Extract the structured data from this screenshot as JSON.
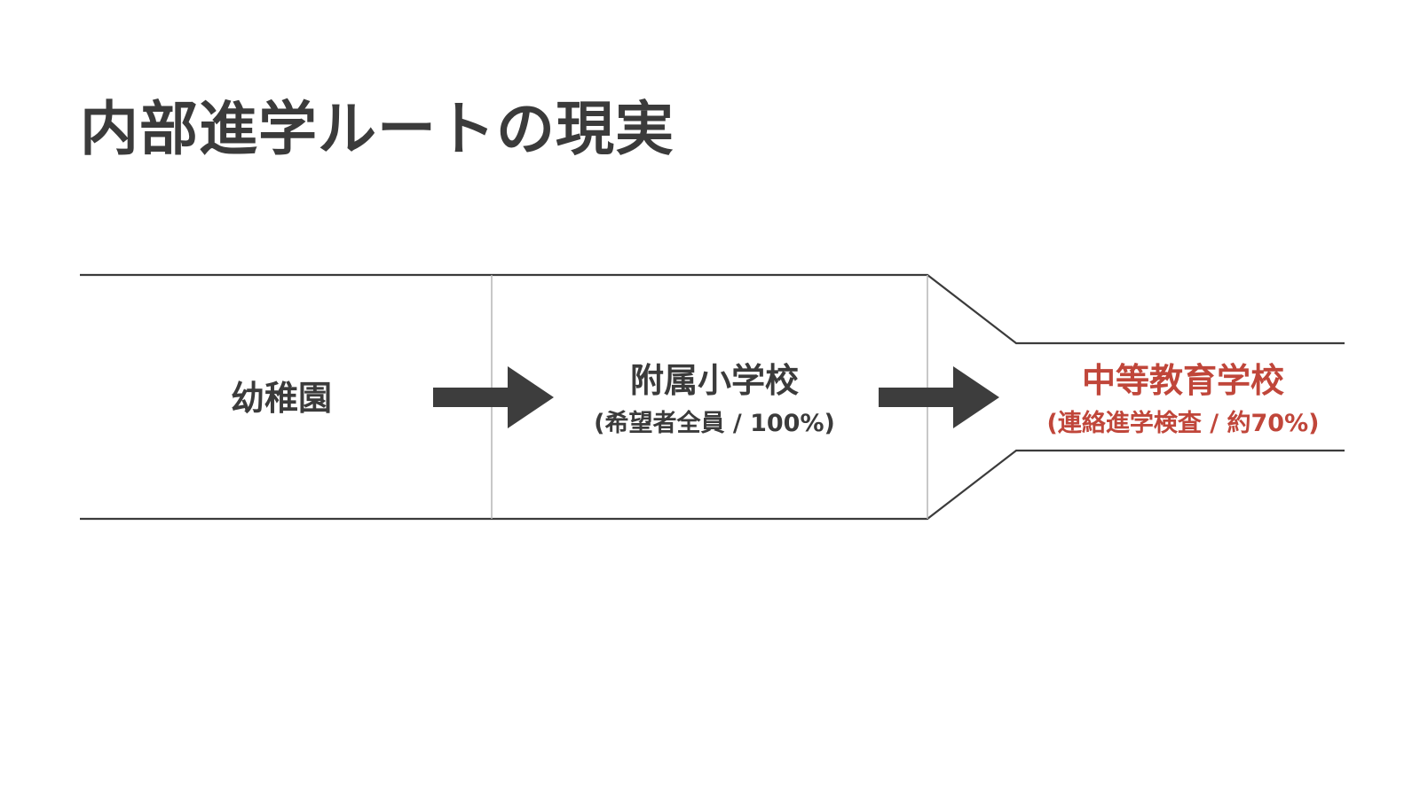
{
  "title": "内部進学ルートの現実",
  "colors": {
    "text": "#3b3b3b",
    "accent": "#c0463a",
    "line": "#3b3b3b",
    "divider": "#b5b5b5",
    "arrow": "#3d3d3d"
  },
  "stages": [
    {
      "name": "幼稚園",
      "detail": ""
    },
    {
      "name": "附属小学校",
      "detail": "(希望者全員 / 100%)"
    },
    {
      "name": "中等教育学校",
      "detail": "(連絡進学検査 / 約70%)",
      "highlight": true
    }
  ],
  "arrows": [
    "arrow-right-icon",
    "arrow-right-icon"
  ]
}
